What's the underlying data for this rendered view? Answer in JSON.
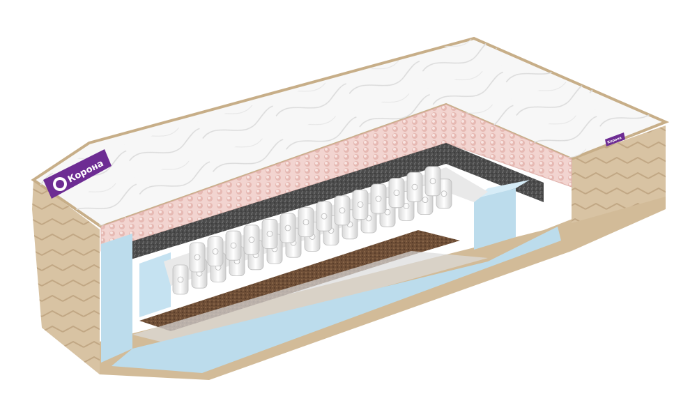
{
  "product": {
    "brand_label": "Корона",
    "small_tag_label": "Корона"
  },
  "palette": {
    "cover_fabric": "#f7f7f7",
    "side_fabric": "#d8c3a3",
    "side_fabric_dark": "#c2aa86",
    "comfort_foam": "#f2d4d0",
    "felt_layer": "#4a4a4a",
    "memory_foam": "#bcdcec",
    "coir_layer": "#6f4f37",
    "springs": "#f2f2f2",
    "brand_purple": "#6d2c93"
  },
  "layers": [
    {
      "name": "quilted-cover"
    },
    {
      "name": "egg-crate-comfort-foam"
    },
    {
      "name": "felt-insulator"
    },
    {
      "name": "pocket-spring-block"
    },
    {
      "name": "foam-perimeter"
    },
    {
      "name": "coconut-coir"
    },
    {
      "name": "base-foam"
    }
  ]
}
